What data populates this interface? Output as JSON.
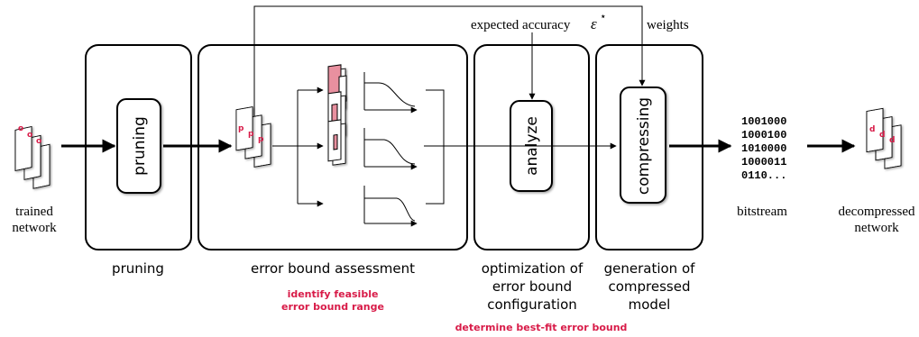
{
  "top_labels": {
    "expected_accuracy": "expected accuracy",
    "epsilon_symbol": "ε",
    "epsilon_star": "⋆",
    "weights": "weights"
  },
  "inputs": {
    "trained_network_line1": "trained",
    "trained_network_line2": "network",
    "layer_letter": "o"
  },
  "stages": [
    {
      "id": "pruning",
      "inner_label": "pruning",
      "caption_lines": [
        "pruning"
      ]
    },
    {
      "id": "error-bound-assessment",
      "caption_lines": [
        "error bound assessment"
      ],
      "note_lines": [
        "identify feasible",
        "error bound range"
      ],
      "layer_letter": "p"
    },
    {
      "id": "optimization",
      "inner_label": "analyze",
      "caption_lines": [
        "optimization of",
        "error bound",
        "configuration"
      ],
      "note_lines": [
        "determine best-fit error bound"
      ]
    },
    {
      "id": "generation",
      "inner_label": "compressing",
      "caption_lines": [
        "generation of",
        "compressed",
        "model"
      ]
    }
  ],
  "bitstream": {
    "bits": [
      "1001000",
      "1000100",
      "1010000",
      "1000011",
      "0110..."
    ],
    "label": "bitstream"
  },
  "output": {
    "line1": "decompressed",
    "line2": "network",
    "layer_letter": "d"
  },
  "colors": {
    "accent": "#d81b48",
    "highlight_fill": "#e8909f",
    "stroke": "#000000"
  }
}
